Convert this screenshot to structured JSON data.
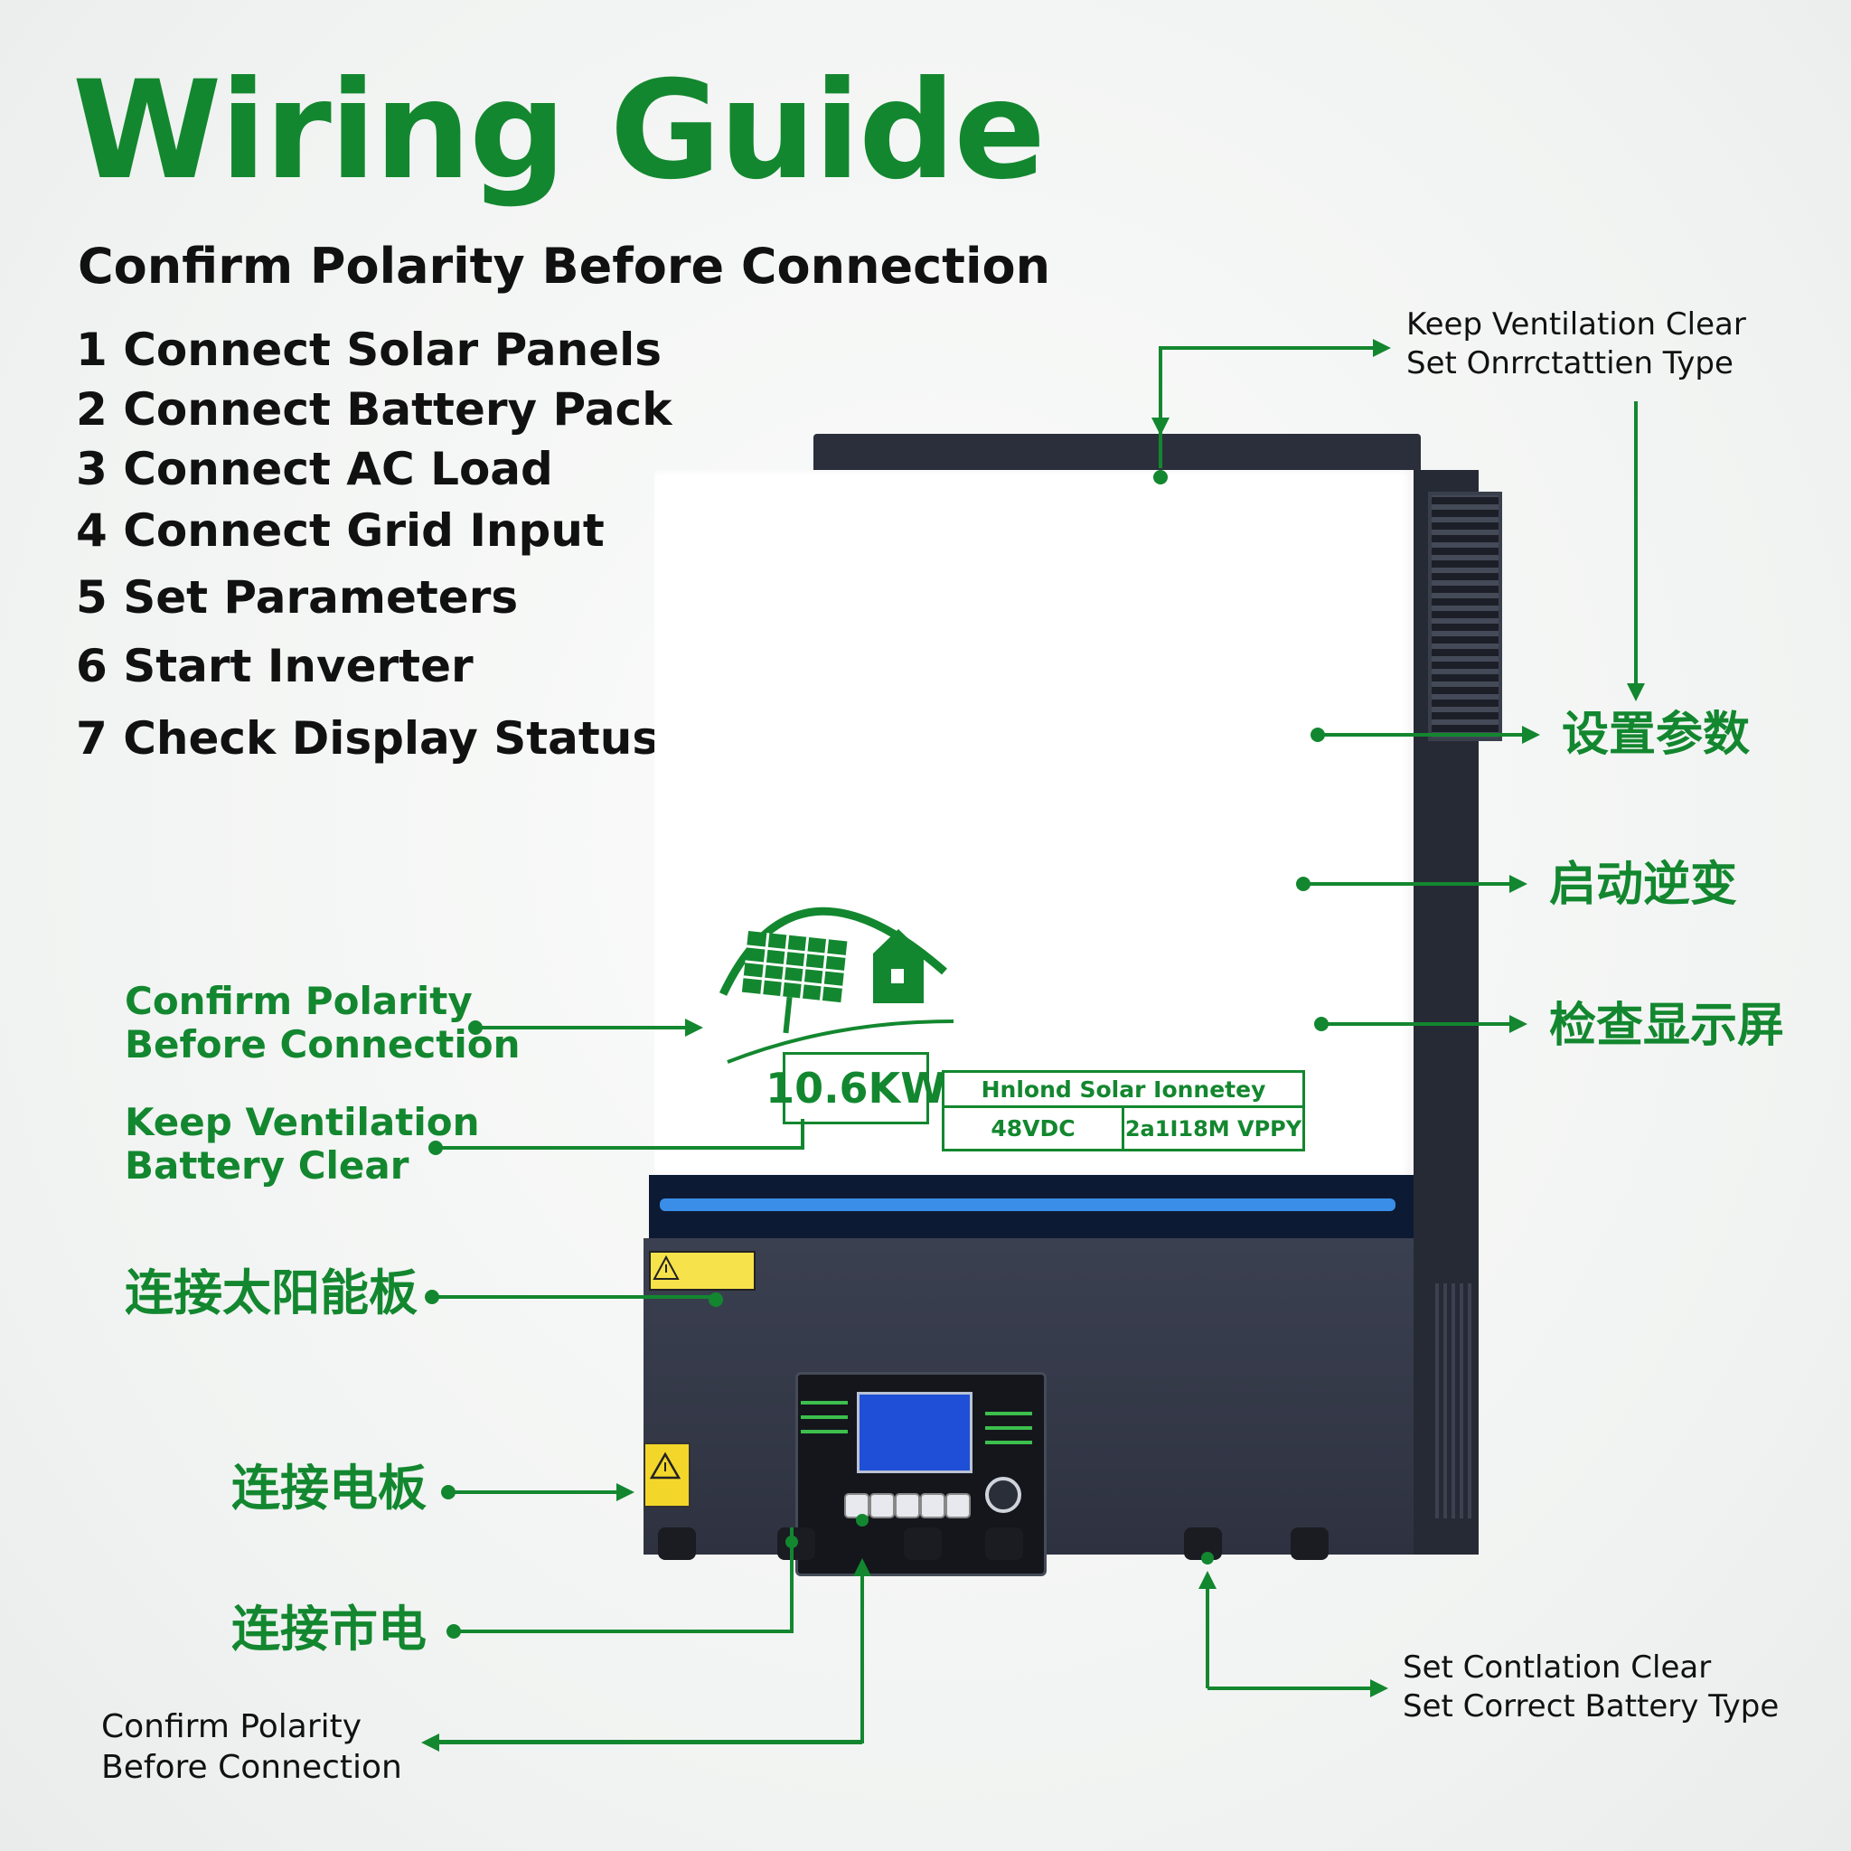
{
  "header": {
    "title": "Wiring Guide",
    "subtitle": "Confirm Polarity Before Connection"
  },
  "steps": [
    "1 Connect Solar Panels",
    "2 Connect Battery Pack",
    "3 Connect AC Load",
    "4 Connect Grid Input",
    "5 Set Parameters",
    "6 Start Inverter",
    "7 Check Display Status"
  ],
  "callouts": {
    "top_right_line1": "Keep Ventilation Clear",
    "top_right_line2": "Set  Onrrctattien Type",
    "set_params_cn": "设置参数",
    "start_inverter_cn": "启动逆变",
    "check_display_cn": "检查显示屏",
    "confirm_polarity_line1": "Confirm Polarity",
    "confirm_polarity_line2": "Before Connection",
    "keep_vent_line1": "Keep Ventilation",
    "keep_vent_line2": "Battery Clear",
    "connect_solar_cn": "连接太阳能板",
    "connect_panel_cn": "连接电板",
    "connect_grid_cn": "连接市电",
    "bottom_left_line1": "Confirm Polarity",
    "bottom_left_line2": "Before Connection",
    "bottom_right_line1": "Set Contlation Clear",
    "bottom_right_line2": "Set Correct Battery Type"
  },
  "device": {
    "power_rating": "10.6KW",
    "spec_top": "Hnlond Solar Ionnetey",
    "spec_left": "48VDC",
    "spec_right": "2a1I18M VPPY"
  },
  "colors": {
    "accent_green": "#13872f",
    "inverter_dark": "#353949",
    "stripe_blue": "#3a8ee8"
  }
}
